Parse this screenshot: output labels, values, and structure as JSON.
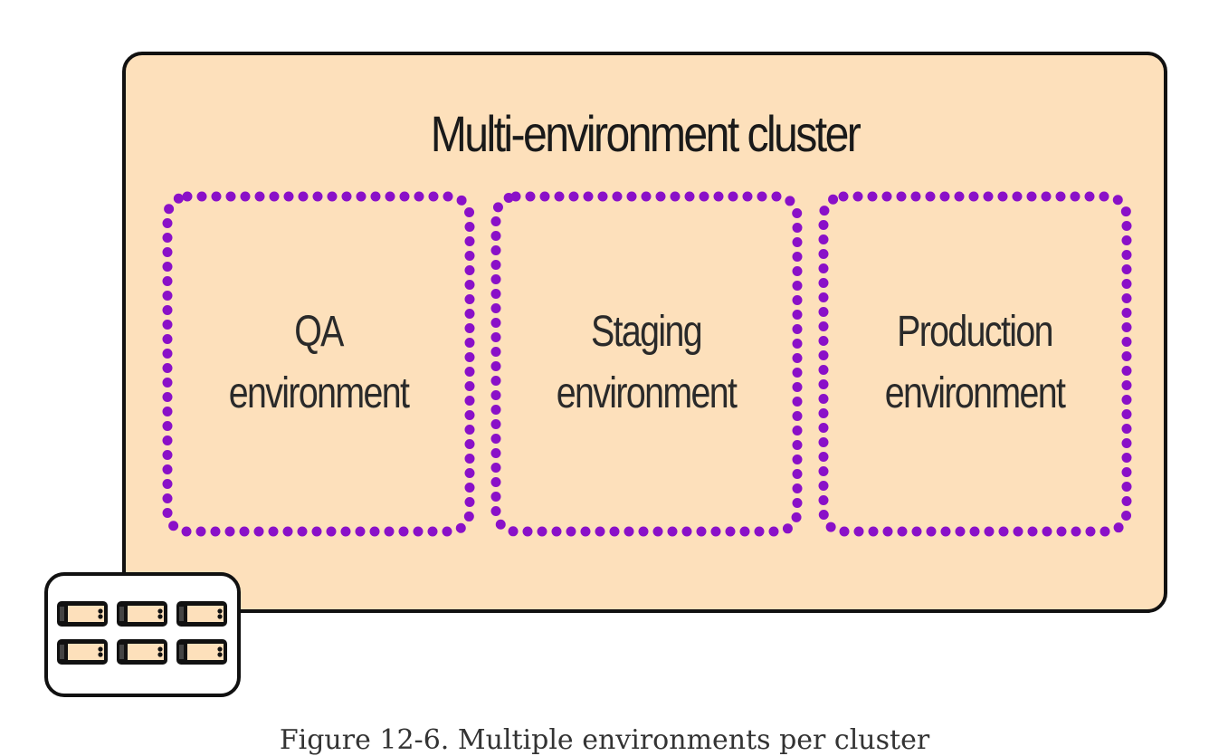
{
  "cluster": {
    "title": "Multi-environment cluster",
    "fill_color": "#fde0bb",
    "border_color": "#111111"
  },
  "environments": [
    {
      "line1": "QA",
      "line2": "environment"
    },
    {
      "line1": "Staging",
      "line2": "environment"
    },
    {
      "line1": "Production",
      "line2": "environment"
    }
  ],
  "environment_border_color": "#8a10c8",
  "server_rack": {
    "icon": "server-rack-icon",
    "units": 6
  },
  "caption": "Figure 12-6. Multiple environments per cluster"
}
